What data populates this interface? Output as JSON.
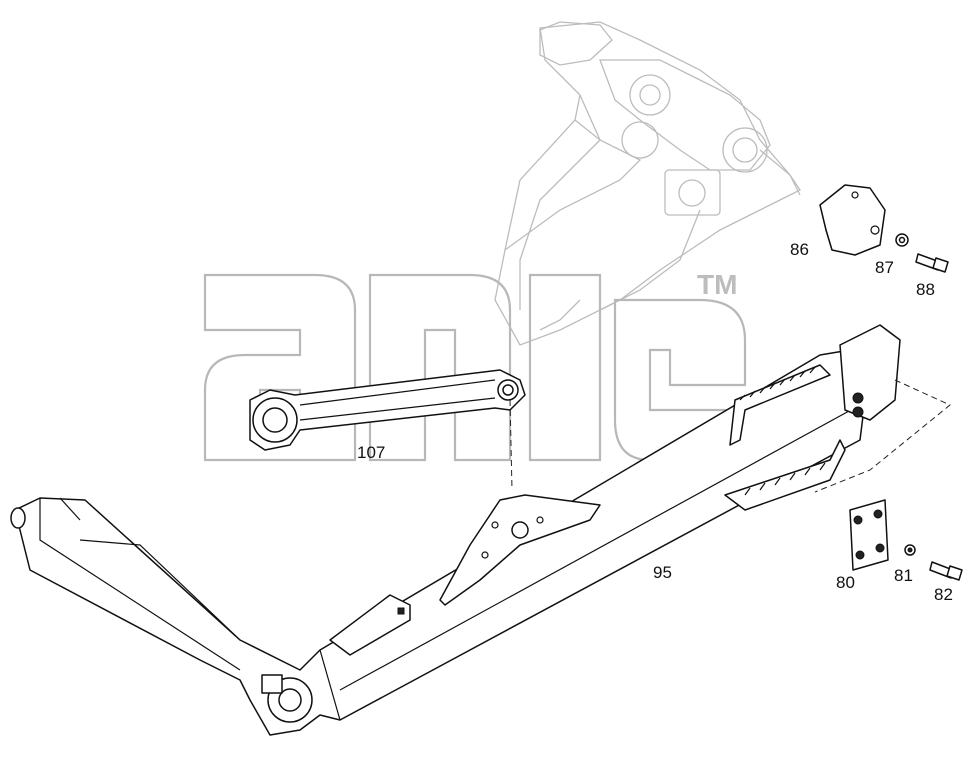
{
  "watermark": {
    "trademark": "TM"
  },
  "labels": {
    "p86": "86",
    "p87": "87",
    "p88": "88",
    "p107": "107",
    "p95": "95",
    "p80": "80",
    "p81": "81",
    "p82": "82"
  },
  "colors": {
    "line": "#111111",
    "ghost_line": "#bcbcbc",
    "watermark": "#b8b8b8",
    "background": "#ffffff"
  }
}
